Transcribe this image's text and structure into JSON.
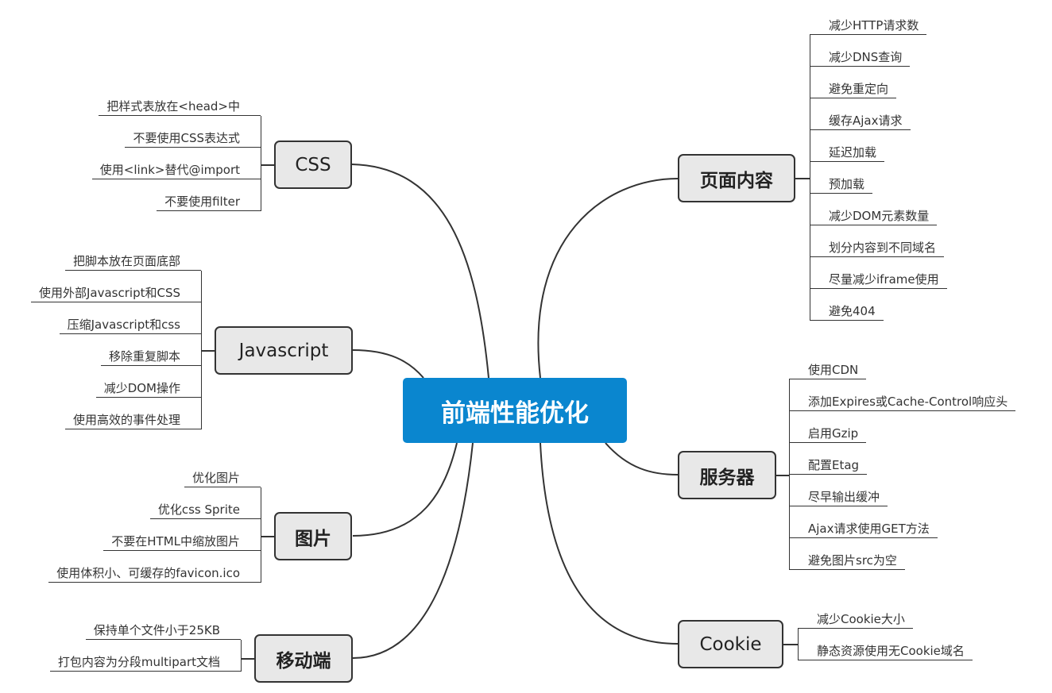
{
  "center": {
    "label": "前端性能优化",
    "color": "#0a86cf"
  },
  "branches": [
    {
      "id": "page",
      "label": "页面内容",
      "side": "right",
      "items": [
        "减少HTTP请求数",
        "减少DNS查询",
        "避免重定向",
        "缓存Ajax请求",
        "延迟加载",
        "预加载",
        "减少DOM元素数量",
        "划分内容到不同域名",
        "尽量减少iframe使用",
        "避免404"
      ]
    },
    {
      "id": "server",
      "label": "服务器",
      "side": "right",
      "items": [
        "使用CDN",
        "添加Expires或Cache-Control响应头",
        "启用Gzip",
        "配置Etag",
        "尽早输出缓冲",
        "Ajax请求使用GET方法",
        "避免图片src为空"
      ]
    },
    {
      "id": "cookie",
      "label": "Cookie",
      "side": "right",
      "items": [
        "减少Cookie大小",
        "静态资源使用无Cookie域名"
      ]
    },
    {
      "id": "css",
      "label": "CSS",
      "side": "left",
      "items": [
        "把样式表放在<head>中",
        "不要使用CSS表达式",
        "使用<link>替代@import",
        "不要使用filter"
      ]
    },
    {
      "id": "js",
      "label": "Javascript",
      "side": "left",
      "items": [
        "把脚本放在页面底部",
        "使用外部Javascript和CSS",
        "压缩Javascript和css",
        "移除重复脚本",
        "减少DOM操作",
        "使用高效的事件处理"
      ]
    },
    {
      "id": "img",
      "label": "图片",
      "side": "left",
      "items": [
        "优化图片",
        "优化css Sprite",
        "不要在HTML中缩放图片",
        "使用体积小、可缓存的favicon.ico"
      ]
    },
    {
      "id": "mobile",
      "label": "移动端",
      "side": "left",
      "items": [
        "保持单个文件小于25KB",
        "打包内容为分段multipart文档"
      ]
    }
  ]
}
